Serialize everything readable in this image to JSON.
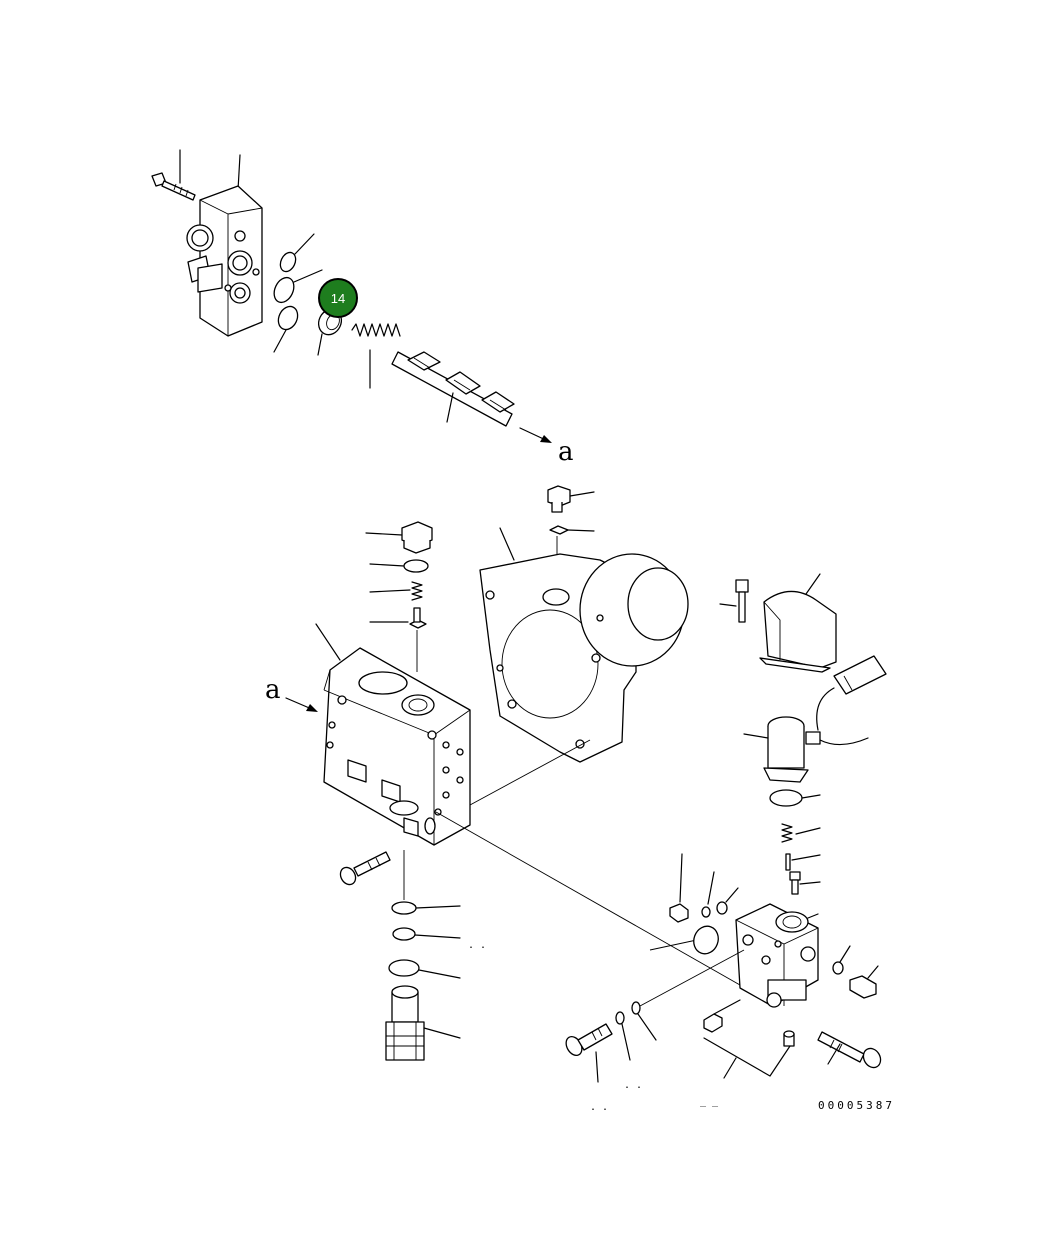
{
  "diagram": {
    "arrow_label_top": "a",
    "arrow_label_left": "a",
    "drawing_number": "00005387",
    "callout": {
      "label": "14",
      "color": "#1e7d1e"
    },
    "bottom_marks": [
      ". .",
      ". .",
      ". .",
      "_ _"
    ]
  }
}
